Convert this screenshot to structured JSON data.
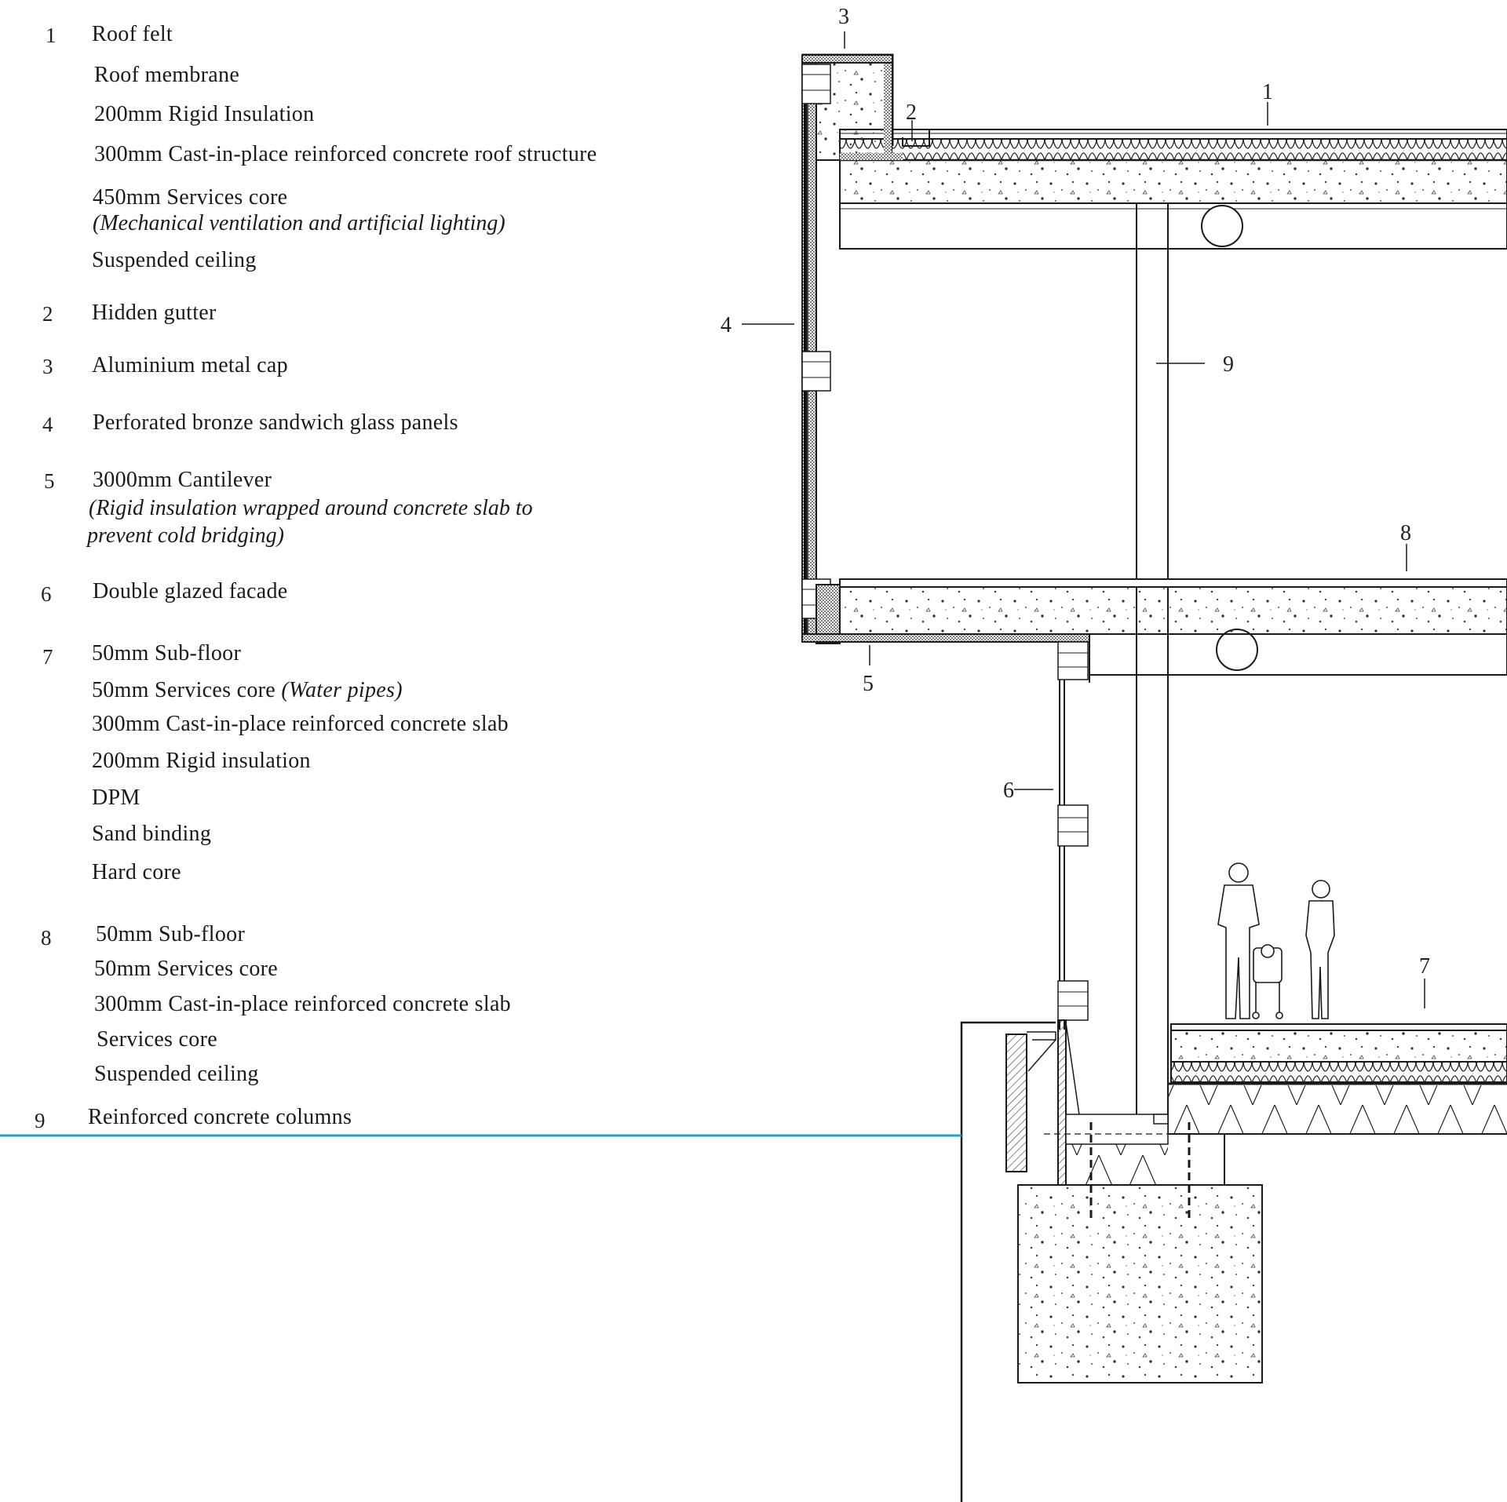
{
  "legend": [
    {
      "num": "1",
      "lines": [
        {
          "text": "Roof felt"
        },
        {
          "text": "Roof membrane"
        },
        {
          "text": "200mm Rigid Insulation"
        },
        {
          "text": "300mm Cast-in-place reinforced concrete roof structure"
        },
        {
          "text": "450mm Services core"
        },
        {
          "text": "(Mechanical ventilation and artificial lighting)",
          "italic": true
        },
        {
          "text": "Suspended ceiling"
        }
      ]
    },
    {
      "num": "2",
      "lines": [
        {
          "text": "Hidden gutter"
        }
      ]
    },
    {
      "num": "3",
      "lines": [
        {
          "text": "Aluminium metal cap"
        }
      ]
    },
    {
      "num": "4",
      "lines": [
        {
          "text": "Perforated bronze sandwich glass panels"
        }
      ]
    },
    {
      "num": "5",
      "lines": [
        {
          "text": "3000mm Cantilever"
        },
        {
          "text": "(Rigid insulation wrapped around concrete slab to",
          "italic": true
        },
        {
          "text": "prevent cold bridging)",
          "italic": true
        }
      ]
    },
    {
      "num": "6",
      "lines": [
        {
          "text": "Double glazed facade"
        }
      ]
    },
    {
      "num": "7",
      "lines": [
        {
          "text": "50mm Sub-floor"
        },
        {
          "text": "50mm Services core",
          "suffix": "(Water pipes)"
        },
        {
          "text": "300mm Cast-in-place reinforced concrete slab"
        },
        {
          "text": "200mm Rigid insulation"
        },
        {
          "text": "DPM"
        },
        {
          "text": "Sand binding"
        },
        {
          "text": "Hard core"
        }
      ]
    },
    {
      "num": "8",
      "lines": [
        {
          "text": "50mm Sub-floor"
        },
        {
          "text": "50mm Services core"
        },
        {
          "text": "300mm Cast-in-place reinforced concrete slab"
        },
        {
          "text": "Services core"
        },
        {
          "text": "Suspended ceiling"
        }
      ]
    },
    {
      "num": "9",
      "lines": [
        {
          "text": "Reinforced concrete columns"
        }
      ]
    }
  ],
  "callouts": [
    "1",
    "2",
    "3",
    "4",
    "5",
    "6",
    "7",
    "8",
    "9"
  ],
  "colors": {
    "line": "#1a1a1a",
    "ground_line": "#1ea0d8",
    "background": "#ffffff"
  }
}
